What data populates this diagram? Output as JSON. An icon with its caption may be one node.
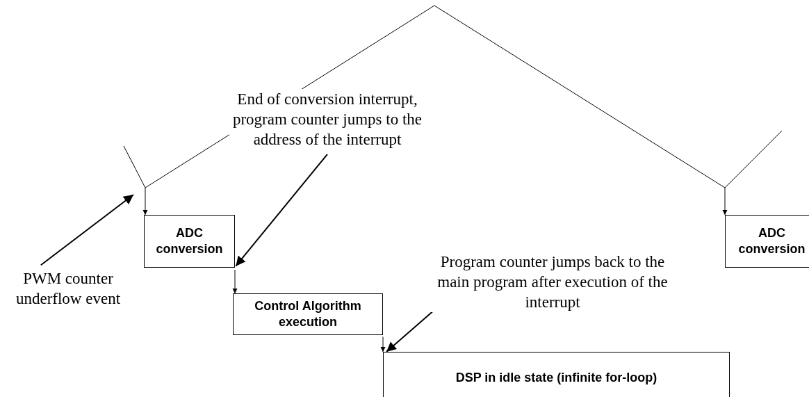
{
  "diagram": {
    "nodes": [
      {
        "text": [
          "ADC conversion"
        ]
      },
      {
        "text": [
          "Control Algorithm execution"
        ]
      },
      {
        "text": [
          "DSP in idle state (infinite for-loop)"
        ]
      },
      {
        "text": [
          "ADC conversion"
        ]
      },
      {
        "text": [
          "PWM counter underflow event"
        ]
      },
      {
        "text": [
          "End of conversion interrupt, program counter jumps to the address of the interrupt"
        ]
      },
      {
        "text": [
          "Program counter jumps back to the main program after execution of the interrupt"
        ]
      }
    ],
    "edges": [
      {
        "from": null,
        "to": 0,
        "arrow": "to"
      },
      {
        "from": null,
        "to": 3,
        "arrow": "to"
      },
      {
        "from": 0,
        "to": 1,
        "arrow": "to"
      },
      {
        "from": 1,
        "to": 2,
        "arrow": "to"
      },
      {
        "from": 4,
        "to": null,
        "arrow": "to"
      },
      {
        "from": 5,
        "to": 0,
        "arrow": "to"
      },
      {
        "from": 6,
        "to": 2,
        "arrow": "to"
      }
    ]
  }
}
